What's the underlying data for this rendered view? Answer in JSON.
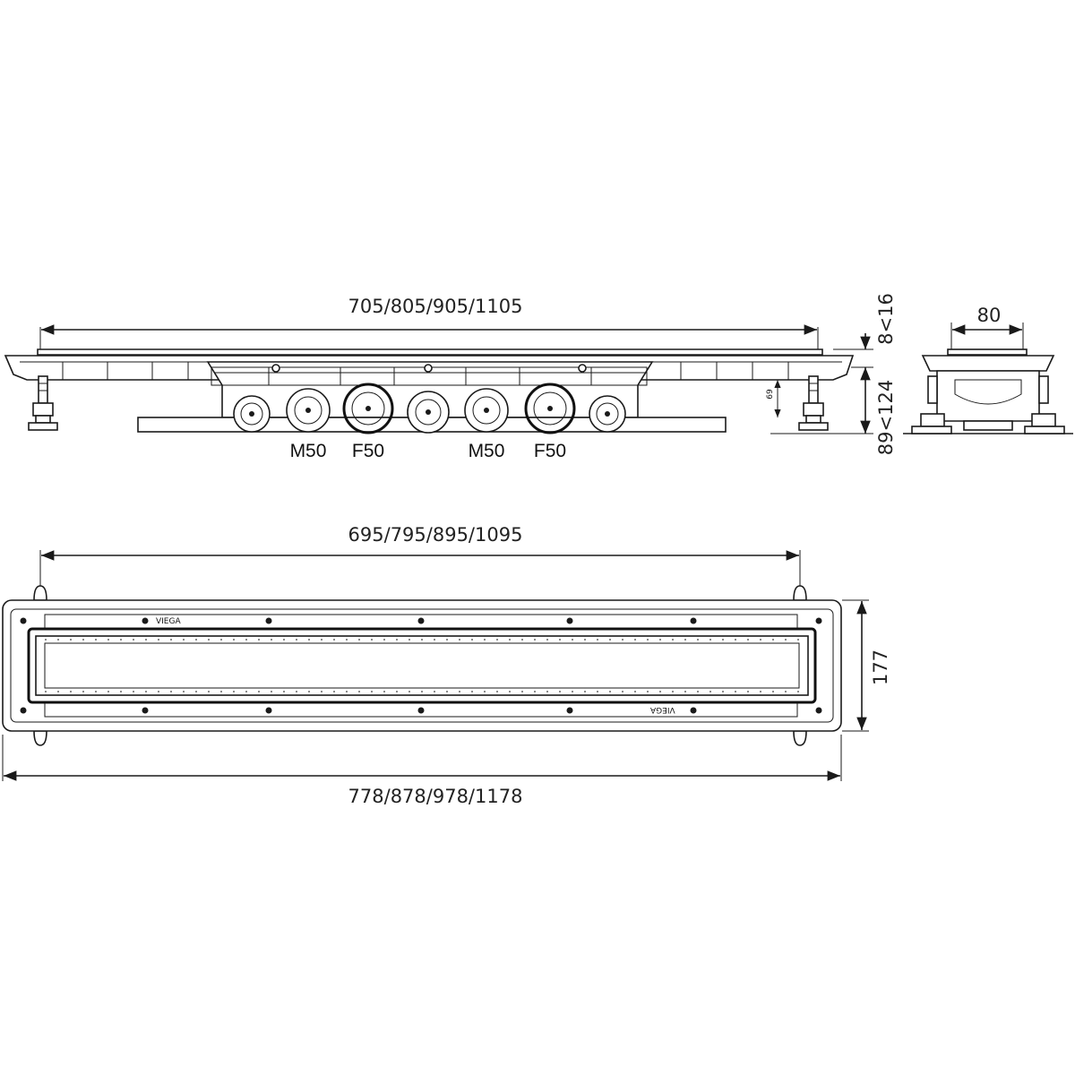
{
  "side_view": {
    "length_dimension": "705/805/905/1105",
    "right_dimension_top": "8<16",
    "right_dimension_bottom": "89<124",
    "inner_height": "69",
    "outlet_labels": [
      "M50",
      "F50",
      "M50",
      "F50"
    ]
  },
  "end_view": {
    "width_dimension": "80"
  },
  "top_view": {
    "inner_length_dimension": "695/795/895/1095",
    "outer_length_dimension": "778/878/978/1178",
    "width_dimension": "177",
    "brand_marks": [
      "VIEGA",
      "VIEGA"
    ]
  }
}
